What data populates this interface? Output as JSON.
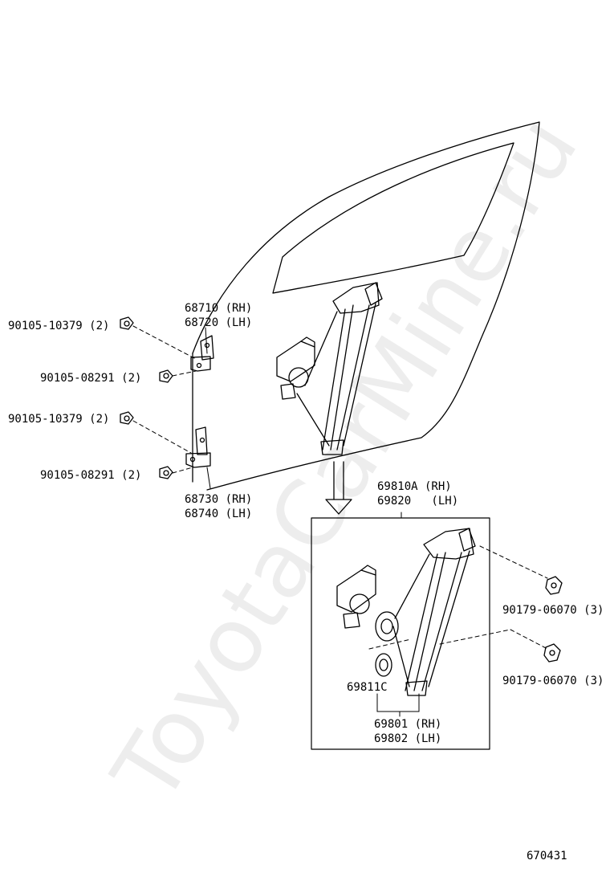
{
  "watermark": "ToyotaCarMine.ru",
  "diagram_code": "670431",
  "parts": {
    "bolt_upper_hinge_a": "90105-10379 (2)",
    "bolt_upper_hinge_b": "90105-08291 (2)",
    "bolt_lower_hinge_a": "90105-10379 (2)",
    "bolt_lower_hinge_b": "90105-08291 (2)",
    "upper_hinge_rh": "68710 (RH)",
    "upper_hinge_lh": "68720 (LH)",
    "lower_hinge_rh": "68730 (RH)",
    "lower_hinge_lh": "68740 (LH)",
    "regulator_assy_rh": "69810A (RH)",
    "regulator_assy_lh": "69820   (LH)",
    "nut_upper": "90179-06070 (3)",
    "nut_lower": "90179-06070 (3)",
    "cushion": "69811C",
    "regulator_rh": "69801 (RH)",
    "regulator_lh": "69802 (LH)"
  }
}
